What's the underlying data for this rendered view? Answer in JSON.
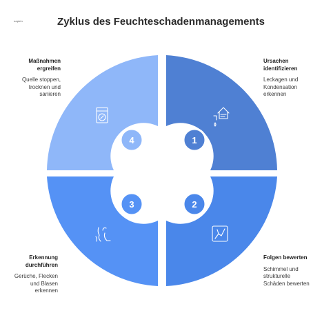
{
  "logo": {
    "text": "napkin"
  },
  "title": "Zyklus des Feuchteschadenmanagements",
  "colors": {
    "q1": "#4f80d3",
    "q2": "#4a87ea",
    "q3": "#5592f5",
    "q4": "#8fb7f9"
  },
  "steps": [
    {
      "number": "1",
      "title": "Ursachen identifizieren",
      "description": "Leckagen und Kondensation erkennen",
      "icon": "house-dripping-pipe-icon"
    },
    {
      "number": "2",
      "title": "Folgen bewerten",
      "description": "Schimmel und strukturelle Schäden bewerten",
      "icon": "cracked-wall-icon"
    },
    {
      "number": "3",
      "title": "Erkennung durchführen",
      "description": "Gerüche, Flecken und Blasen erkennen",
      "icon": "water-stain-icon"
    },
    {
      "number": "4",
      "title": "Maßnahmen ergreifen",
      "description": "Quelle stoppen, trocknen und sanieren",
      "icon": "dehumidifier-icon"
    }
  ]
}
